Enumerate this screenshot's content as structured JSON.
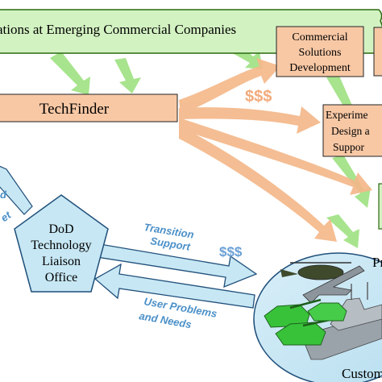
{
  "colors": {
    "green_fill": "#d3f2c2",
    "green_stroke": "#2b6a10",
    "green_arrow": "#a7e48d",
    "orange_fill": "#f8c8a5",
    "orange_arrow": "#f4b88a",
    "blue_fill": "#c7e7f4",
    "blue_text": "#4a90c8",
    "money_text": "#6aa0d6"
  },
  "banner": {
    "text": "ations at Emerging Commercial Companies"
  },
  "boxes": {
    "commercial_solutions": [
      "Commercial",
      "Solutions",
      "Development"
    ],
    "techfinder": "TechFinder",
    "experimentation": [
      "Experime",
      "Design a",
      "Suppor"
    ]
  },
  "money_label": "$$$",
  "liaison": [
    "DoD",
    "Technology",
    "Liaison",
    "Office"
  ],
  "left_arrow_fragments": [
    "d",
    "et"
  ],
  "transition_support": [
    "Transition",
    "Support"
  ],
  "transition_money": "$$$",
  "user_problems": [
    "User Problems",
    "and Needs"
  ],
  "customer": {
    "top_label": "Pr",
    "bottom_label": "Custom"
  }
}
